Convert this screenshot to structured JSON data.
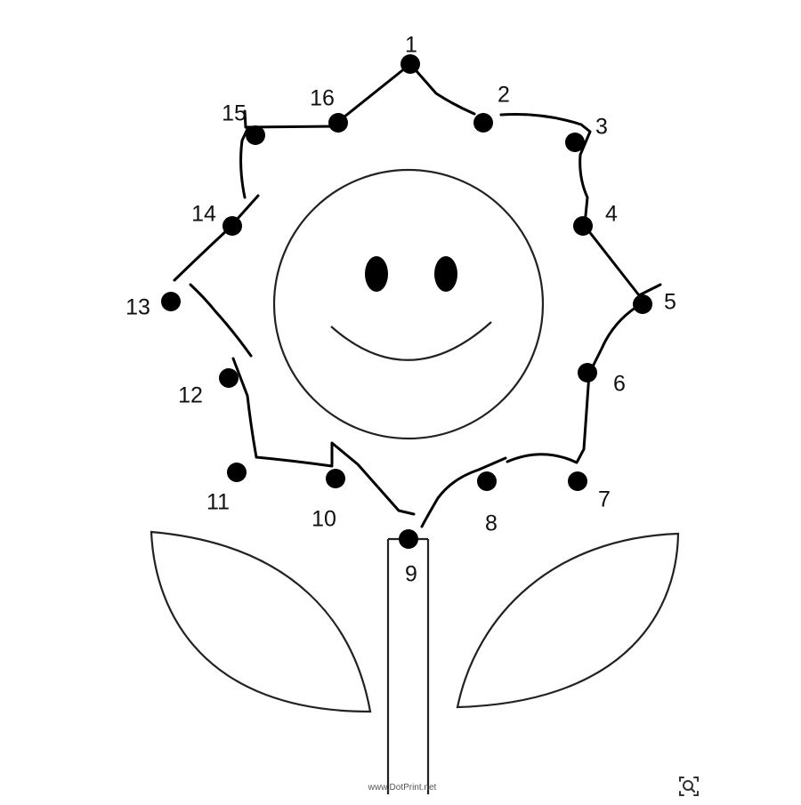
{
  "worksheet": {
    "dots": [
      {
        "label": "1"
      },
      {
        "label": "2"
      },
      {
        "label": "3"
      },
      {
        "label": "4"
      },
      {
        "label": "5"
      },
      {
        "label": "6"
      },
      {
        "label": "7"
      },
      {
        "label": "8"
      },
      {
        "label": "9"
      },
      {
        "label": "10"
      },
      {
        "label": "11"
      },
      {
        "label": "12"
      },
      {
        "label": "13"
      },
      {
        "label": "14"
      },
      {
        "label": "15"
      },
      {
        "label": "16"
      }
    ],
    "watermark": "www.DotPrint.net"
  },
  "icons": {
    "lens": "visual-search-icon"
  },
  "colors": {
    "ink": "#000000",
    "outline": "#222222",
    "background": "#ffffff"
  }
}
